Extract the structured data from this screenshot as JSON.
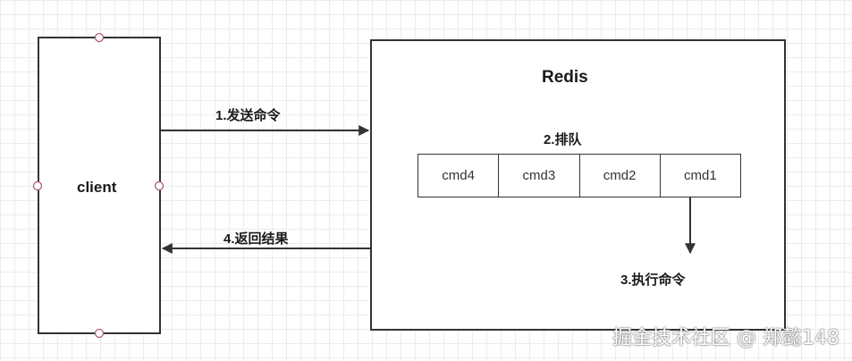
{
  "client": {
    "label": "client"
  },
  "redis": {
    "title": "Redis"
  },
  "steps": {
    "send": "1.发送命令",
    "queue": "2.排队",
    "execute": "3.执行命令",
    "return": "4.返回结果"
  },
  "queue_cells": [
    "cmd4",
    "cmd3",
    "cmd2",
    "cmd1"
  ],
  "watermark": "掘金技术社区 @ 郑懿148",
  "colors": {
    "stroke": "#333333",
    "handle": "#b05a6a",
    "grid": "#ececec"
  }
}
